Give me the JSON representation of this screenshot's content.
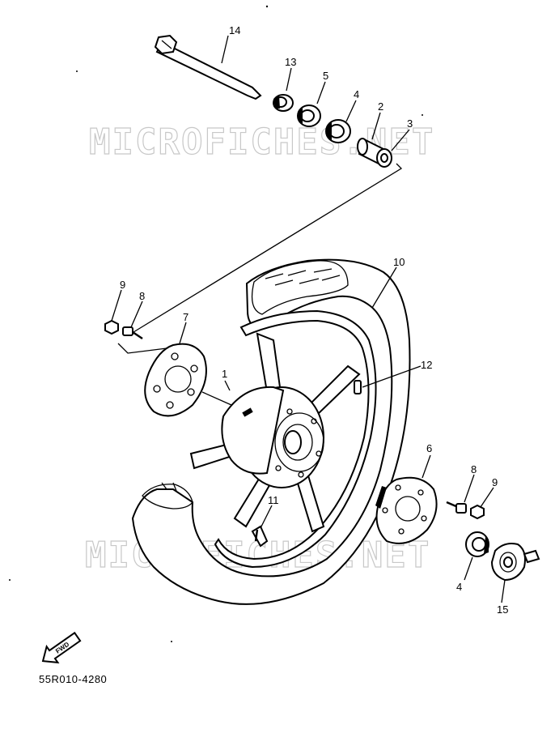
{
  "watermark": "MICROFICHES.NET",
  "drawing_code": "55R010-4280",
  "front_arrow_label": "FWD",
  "callouts": {
    "c1": "1",
    "c2": "2",
    "c3": "3",
    "c4a": "4",
    "c4b": "4",
    "c5": "5",
    "c6": "6",
    "c7": "7",
    "c8a": "8",
    "c8b": "8",
    "c9a": "9",
    "c9b": "9",
    "c10": "10",
    "c11": "11",
    "c12": "12",
    "c13": "13",
    "c14": "14",
    "c15": "15"
  }
}
